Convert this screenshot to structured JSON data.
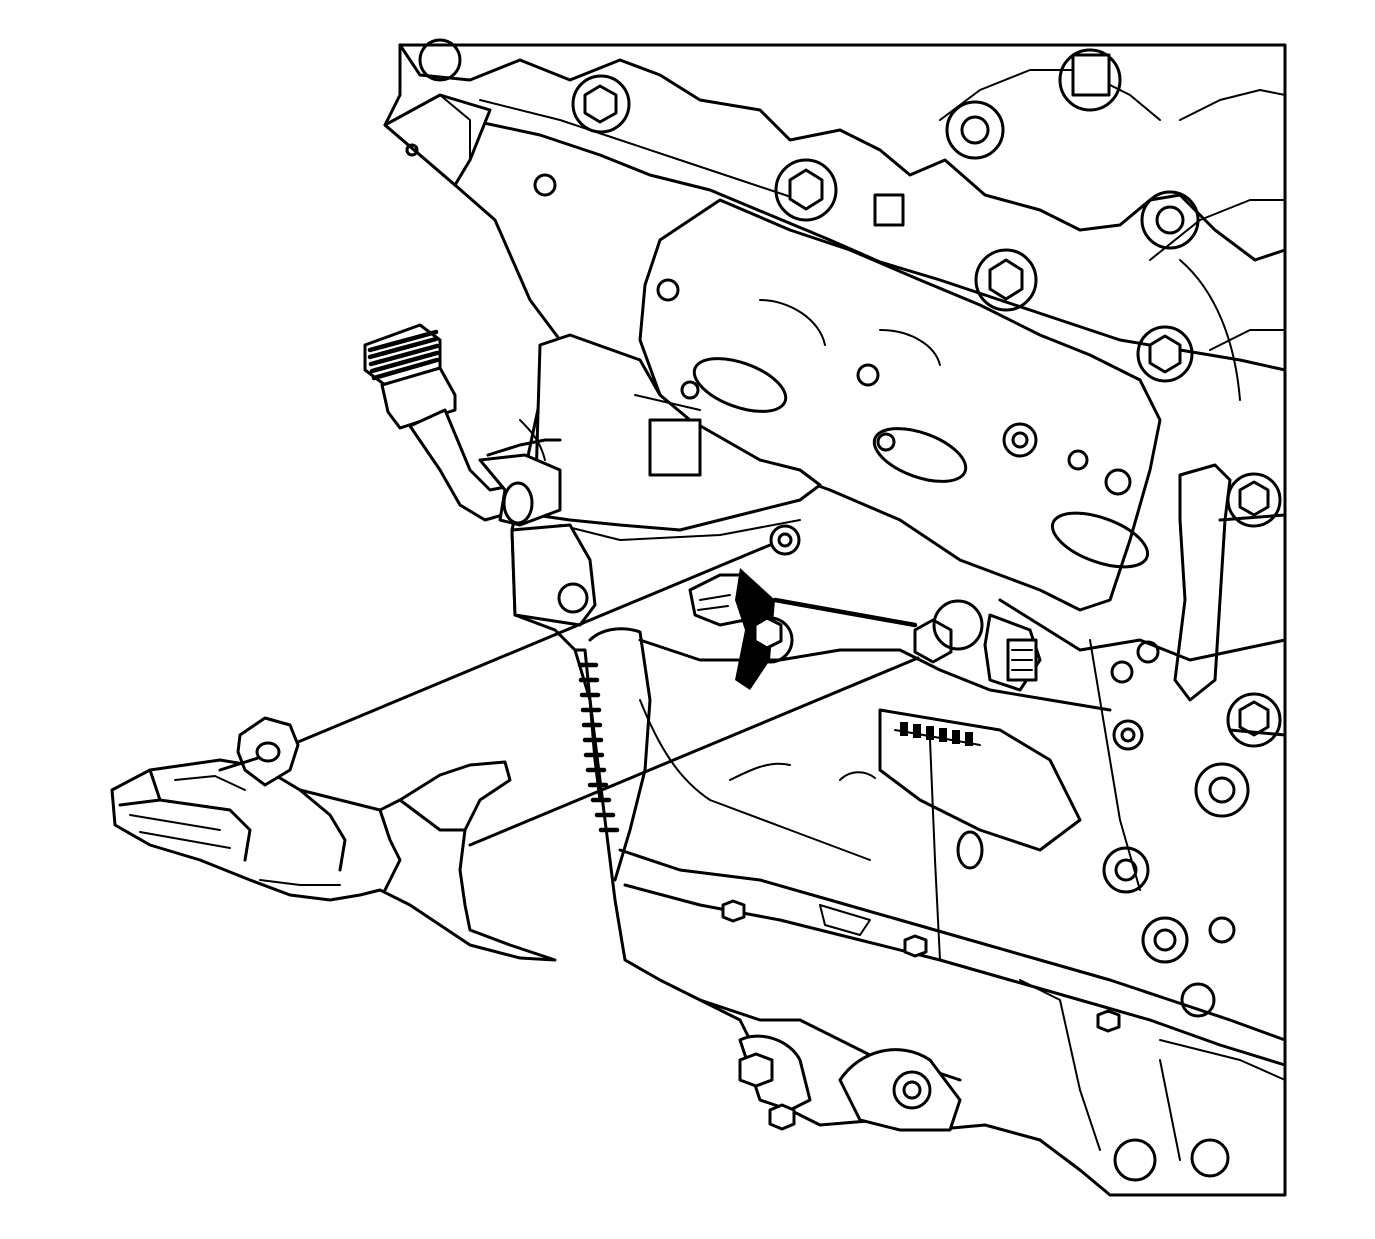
{
  "figure": {
    "caption": "",
    "components": [
      {
        "id": "engine-block",
        "label": ""
      },
      {
        "id": "heat-shield",
        "label": ""
      },
      {
        "id": "knock-sensor",
        "label": ""
      },
      {
        "id": "shield-bolt",
        "label": ""
      }
    ],
    "line_color": "#000000",
    "background": "#ffffff"
  }
}
